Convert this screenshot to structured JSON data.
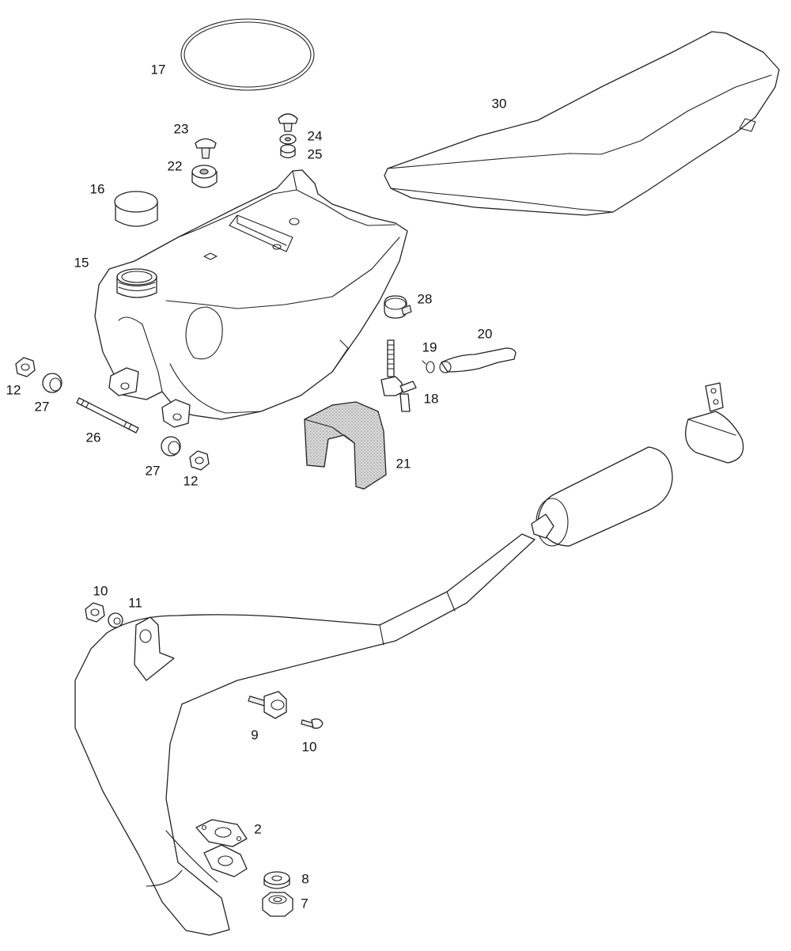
{
  "diagram": {
    "callouts": {
      "seal_ring": "17",
      "seat": "30",
      "screw_left": "23",
      "washer_left": "22",
      "screw_right": "24",
      "washer_right": "25",
      "tank_cap": "16",
      "fuel_tank": "15",
      "hose_clip_top": "28",
      "fuel_hose": "20",
      "hose_clip": "19",
      "fuel_tap": "18",
      "nut_left": "12",
      "bush_left": "27",
      "stud": "26",
      "bush_bottom": "27",
      "nut_bottom": "12",
      "foam_pad": "21",
      "nut_exhaust_top": "10",
      "washer_exhaust_top": "11",
      "spacer": "9",
      "screw_exhaust": "10",
      "gasket": "2",
      "washer_flange": "8",
      "nut_flange": "7"
    }
  }
}
